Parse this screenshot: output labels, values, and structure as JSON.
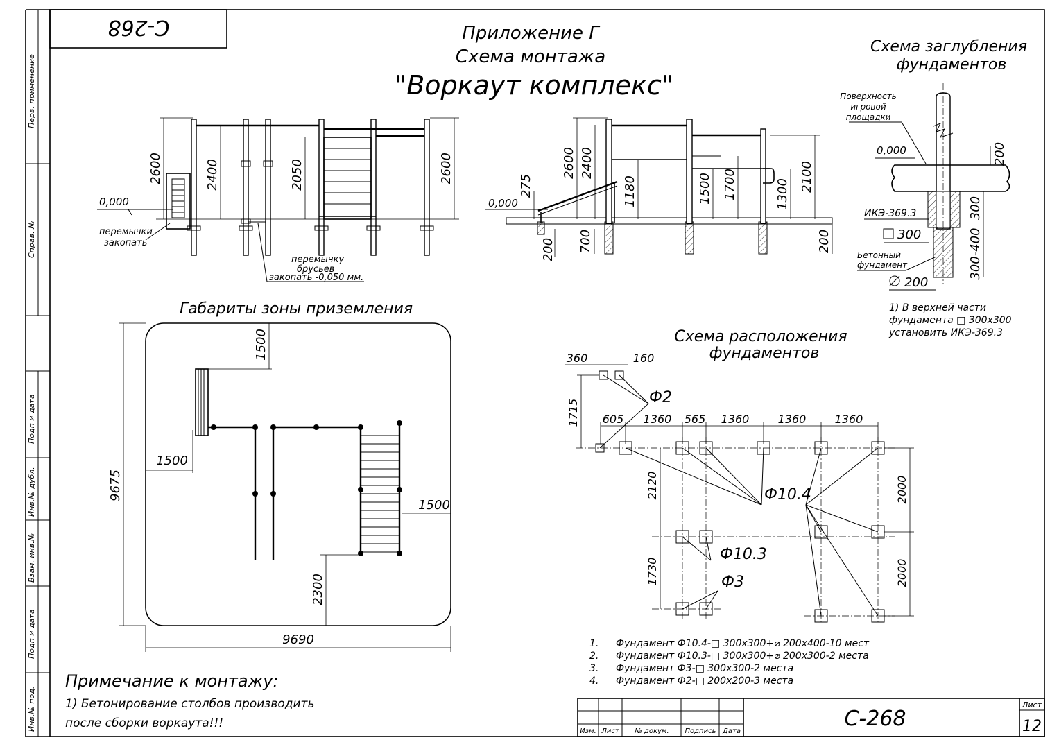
{
  "sheet": {
    "code_top": "С-268",
    "code_title_block": "С-268",
    "sheet_label": "Лист",
    "sheet_number": "12",
    "title_block_headers": [
      "Изм.",
      "Лист",
      "№ докум.",
      "Подпись",
      "Дата"
    ]
  },
  "side_stamp": [
    "Перв. применение",
    "Справ. №",
    "Подп и дата",
    "Инв.№ дубл.",
    "Взам. инв.№",
    "Подп и дата",
    "Инв.№ под."
  ],
  "title": {
    "line1": "Приложение Г",
    "line2": "Схема монтажа",
    "line3": "\"Воркаут комплекс\""
  },
  "front_view": {
    "dims": [
      "2600",
      "2400",
      "2050",
      "2600"
    ],
    "zero_level": "0,000",
    "note_left": [
      "перемычки",
      "закопать"
    ],
    "note_bottom": [
      "перемычку",
      "брусьев",
      "закопать -0,050 мм."
    ]
  },
  "side_view": {
    "zero_level": "0,000",
    "dims": [
      "275",
      "2600",
      "2400",
      "1180",
      "1500",
      "1700",
      "1300",
      "2100",
      "200",
      "700",
      "200"
    ]
  },
  "depth_scheme": {
    "title": [
      "Схема заглубления",
      "фундаментов"
    ],
    "labels": {
      "surface": [
        "Поверхность",
        "игровой",
        "площадки"
      ],
      "zero_level": "0,000",
      "ike": "ИКЭ-369.3",
      "square": "300",
      "concrete": [
        "Бетонный",
        "фундамент"
      ],
      "diameter": "200"
    },
    "dims": [
      "200",
      "300",
      "300-400"
    ],
    "note": [
      "1) В верхней части",
      "фундамента □ 300х300",
      "установить ИКЭ-369.3"
    ]
  },
  "landing_zone": {
    "title": "Габариты зоны приземления",
    "dims": {
      "height": "9675",
      "width": "9690",
      "top": "1500",
      "left": "1500",
      "right": "1500",
      "bottom": "2300"
    }
  },
  "foundation_layout": {
    "title": [
      "Схема расположения",
      "фундаментов"
    ],
    "dims_top": [
      "360",
      "160"
    ],
    "dims_row": [
      "605",
      "1360",
      "565",
      "1360",
      "1360",
      "1360"
    ],
    "dims_left": [
      "1715",
      "2120",
      "1730"
    ],
    "dims_right": [
      "2000",
      "2000"
    ],
    "labels": [
      "Ф2",
      "Ф10.4",
      "Ф10.3",
      "Ф3"
    ],
    "legend": [
      {
        "num": "1.",
        "text": "Фундамент Ф10.4-□ 300х300+⌀ 200х400-10 мест"
      },
      {
        "num": "2.",
        "text": "Фундамент Ф10.3-□ 300х300+⌀ 200х300-2 места"
      },
      {
        "num": "3.",
        "text": "Фундамент Ф3-□ 300х300-2 места"
      },
      {
        "num": "4.",
        "text": "Фундамент Ф2-□ 200х200-3 места"
      }
    ]
  },
  "mounting_note": {
    "title": "Примечание к монтажу:",
    "lines": [
      "1) Бетонирование столбов производить",
      "после сборки воркаута!!!"
    ]
  }
}
